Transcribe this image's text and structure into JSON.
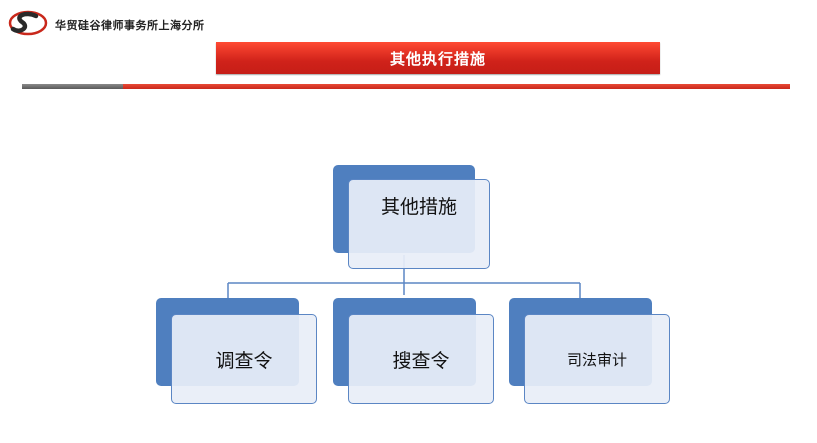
{
  "header": {
    "firm_name": "华贸硅谷律师事务所上海分所",
    "logo": "firm-logo-s-mark",
    "title": "其他执行措施"
  },
  "diagram": {
    "root": {
      "label": "其他措施"
    },
    "children": [
      {
        "label": "调查令"
      },
      {
        "label": "搜查令"
      },
      {
        "label": "司法审计"
      }
    ]
  },
  "colors": {
    "accent_red": "#d0221a",
    "node_blue": "#4f7fbf",
    "node_fill": "#e8eef8",
    "connector": "#5b86c4"
  }
}
